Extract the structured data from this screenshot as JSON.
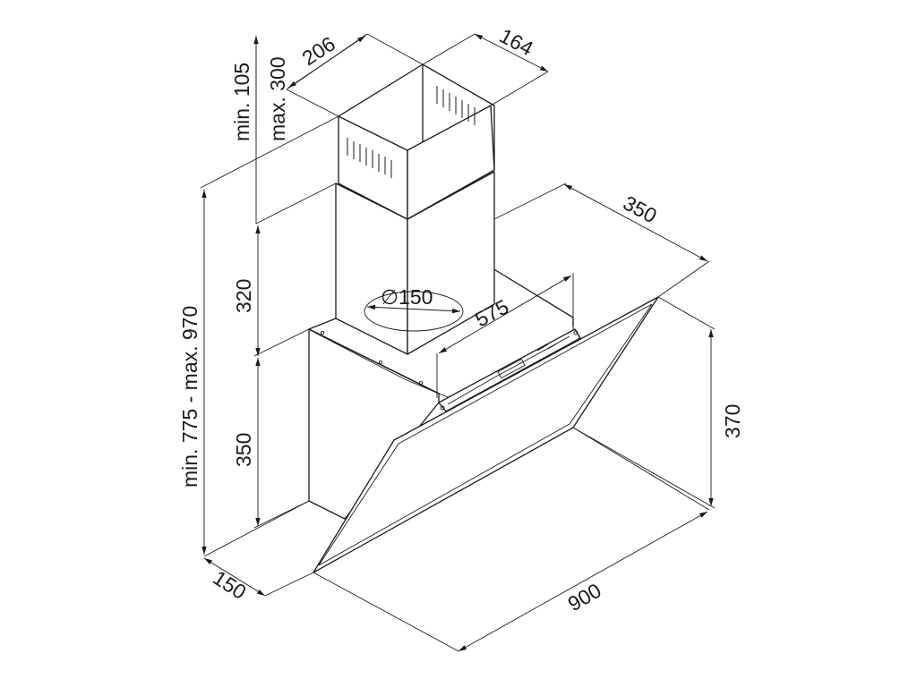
{
  "dimensions": {
    "chimney_min": "min. 105",
    "chimney_max": "max. 300",
    "chimney_depth": "206",
    "chimney_width": "164",
    "total_height": "min. 775 - max. 970",
    "upper_chimney_height": "320",
    "lower_body_height": "350",
    "hood_depth_top": "350",
    "outlet_diameter": "∅150",
    "body_width": "575",
    "glass_height": "370",
    "base_depth": "150",
    "hood_width": "900"
  },
  "colors": {
    "line": "#1a1a1a",
    "background": "#ffffff"
  }
}
